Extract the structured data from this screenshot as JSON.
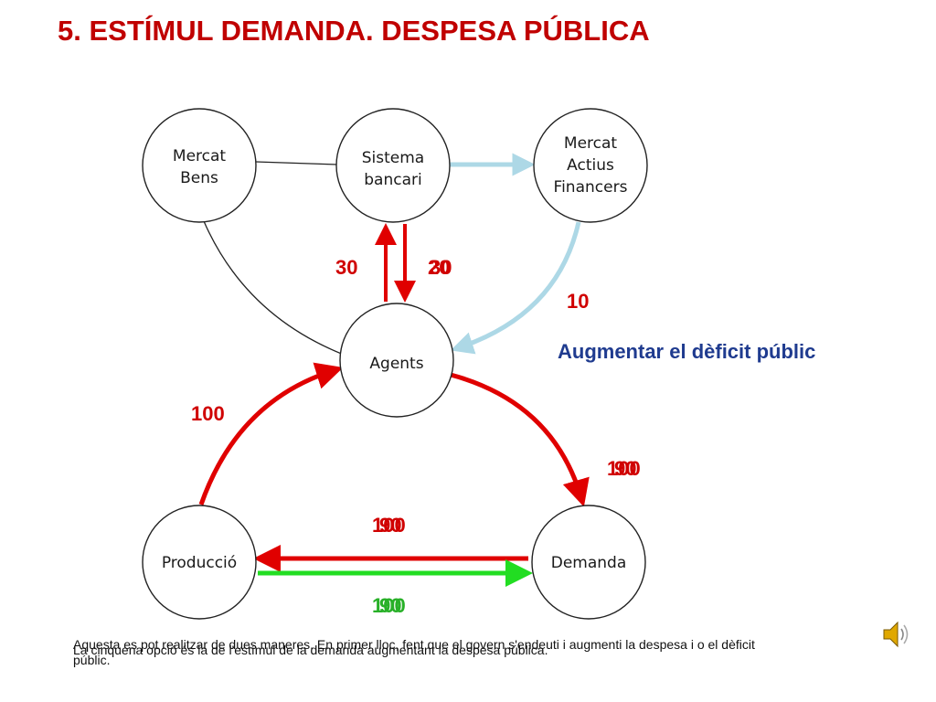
{
  "title": "5. ESTÍMUL DEMANDA. DESPESA PÚBLICA",
  "nodes": {
    "mercat_bens": [
      "Mercat",
      "Bens"
    ],
    "sistema_bancari": [
      "Sistema",
      "bancari"
    ],
    "mercat_actius": [
      "Mercat",
      "Actius",
      "Financers"
    ],
    "agents": "Agents",
    "produccio": "Producció",
    "demanda": "Demanda"
  },
  "flows": {
    "agents_to_bank": "30",
    "bank_to_agents_a": "20",
    "bank_to_agents_b": "30",
    "assets_to_agents": "10",
    "production_to_agents": "100",
    "agents_to_demand_a": "100",
    "agents_to_demand_b": "90",
    "demand_to_production_a": "100",
    "demand_to_production_b": "90",
    "production_to_demand_a": "100",
    "production_to_demand_b": "90"
  },
  "subtitle": "Augmentar el dèficit públic",
  "paragraph_1": "Aquesta es pot realitzar de dues maneres. En primer lloc, fent que el govern s'endeuti i augmenti la despesa i o el dèficit públic.",
  "paragraph_2": "La cinquena opció és la de l'estímul de la demanda augmentant la despesa pública.",
  "colors": {
    "title": "#c00000",
    "subtitle": "#1f3b8f",
    "red_flow": "#e00000",
    "green_flow": "#22dd22",
    "blue_flow": "#add8e6"
  },
  "icons": {
    "speaker": "speaker-icon"
  }
}
